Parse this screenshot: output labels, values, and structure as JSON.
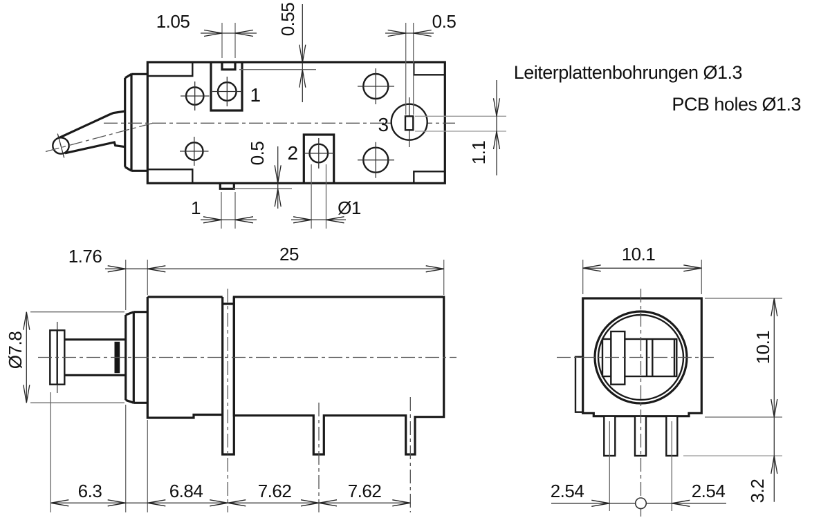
{
  "drawing": {
    "notes": {
      "de": "Leiterplattenbohrungen Ø1.3",
      "en": "PCB holes Ø1.3"
    },
    "top_view": {
      "pin_labels": [
        "1",
        "2",
        "3"
      ],
      "dims": {
        "slot_width_top": "1.05",
        "slot_depth_top": "0.55",
        "terminal3_thickness": "0.5",
        "terminal3_width": "1.1",
        "tab_width_bottom": "1",
        "tab_depth_bottom": "0.5",
        "hole_diameter": "Ø1"
      }
    },
    "side_view": {
      "dims": {
        "bushing_length": "1.76",
        "body_length": "25",
        "actuator_diameter": "Ø7.8",
        "actuator_length": "6.3",
        "pin1_offset": "6.84",
        "pin_pitch_1": "7.62",
        "pin_pitch_2": "7.62"
      }
    },
    "end_view": {
      "dims": {
        "body_width": "10.1",
        "body_height": "10.1",
        "pin_pitch_left": "2.54",
        "pin_pitch_right": "2.54",
        "pin_length": "3.2"
      }
    }
  }
}
